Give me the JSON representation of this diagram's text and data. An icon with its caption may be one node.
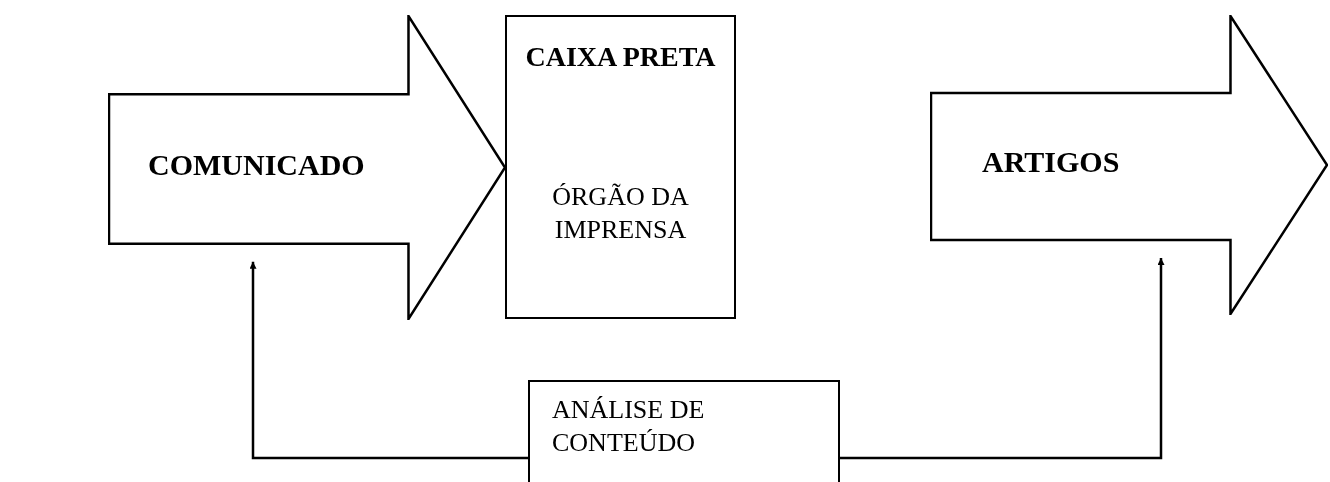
{
  "diagram": {
    "nodes": [
      {
        "text": [
          "COMUNICADO"
        ]
      },
      {
        "text": [
          "CAIXA PRETA",
          "ÓRGÃO DA IMPRENSA"
        ]
      },
      {
        "text": [
          "ARTIGOS"
        ]
      },
      {
        "text": [
          "ANÁLISE DE CONTEÚDO"
        ]
      }
    ],
    "edges": [
      {
        "from": 3,
        "to": 0,
        "arrow": "to"
      },
      {
        "from": 3,
        "to": 2,
        "arrow": "to"
      }
    ]
  }
}
